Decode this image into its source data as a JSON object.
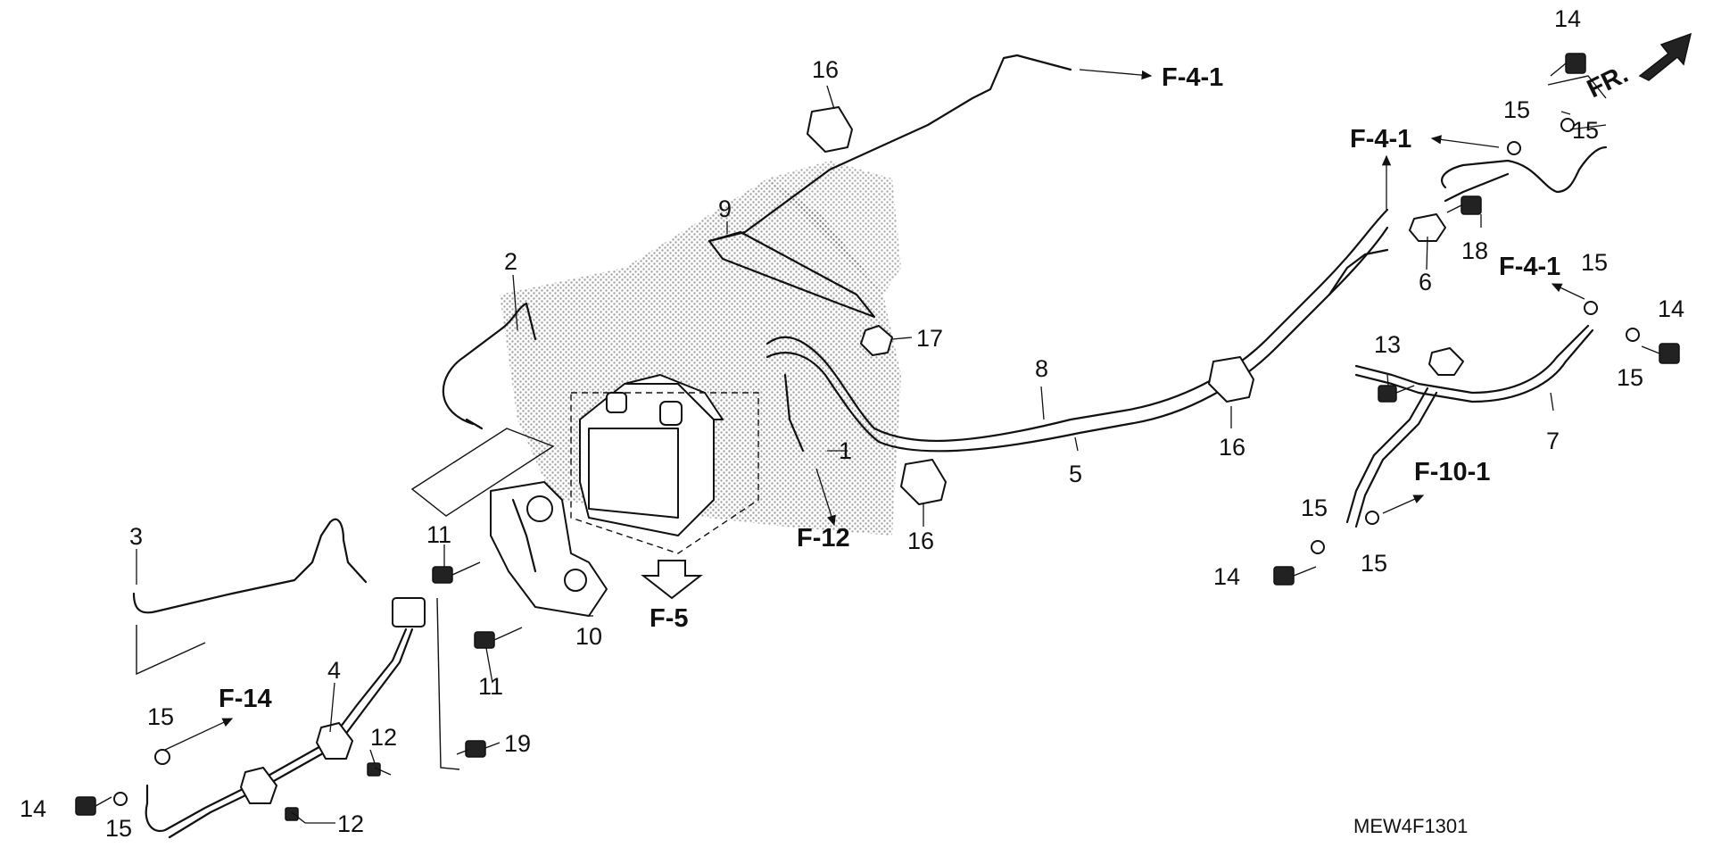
{
  "diagram": {
    "code": "MEW4F1301",
    "front_label": "FR.",
    "parts": {
      "p1": "1",
      "p2": "2",
      "p3": "3",
      "p4": "4",
      "p5": "5",
      "p6": "6",
      "p7": "7",
      "p8": "8",
      "p9": "9",
      "p10": "10",
      "p11": "11",
      "p12": "12",
      "p13": "13",
      "p14": "14",
      "p15": "15",
      "p16": "16",
      "p17": "17",
      "p18": "18",
      "p19": "19"
    },
    "refs": {
      "f41": "F-4-1",
      "f5": "F-5",
      "f12": "F-12",
      "f14": "F-14",
      "f101": "F-10-1"
    }
  }
}
